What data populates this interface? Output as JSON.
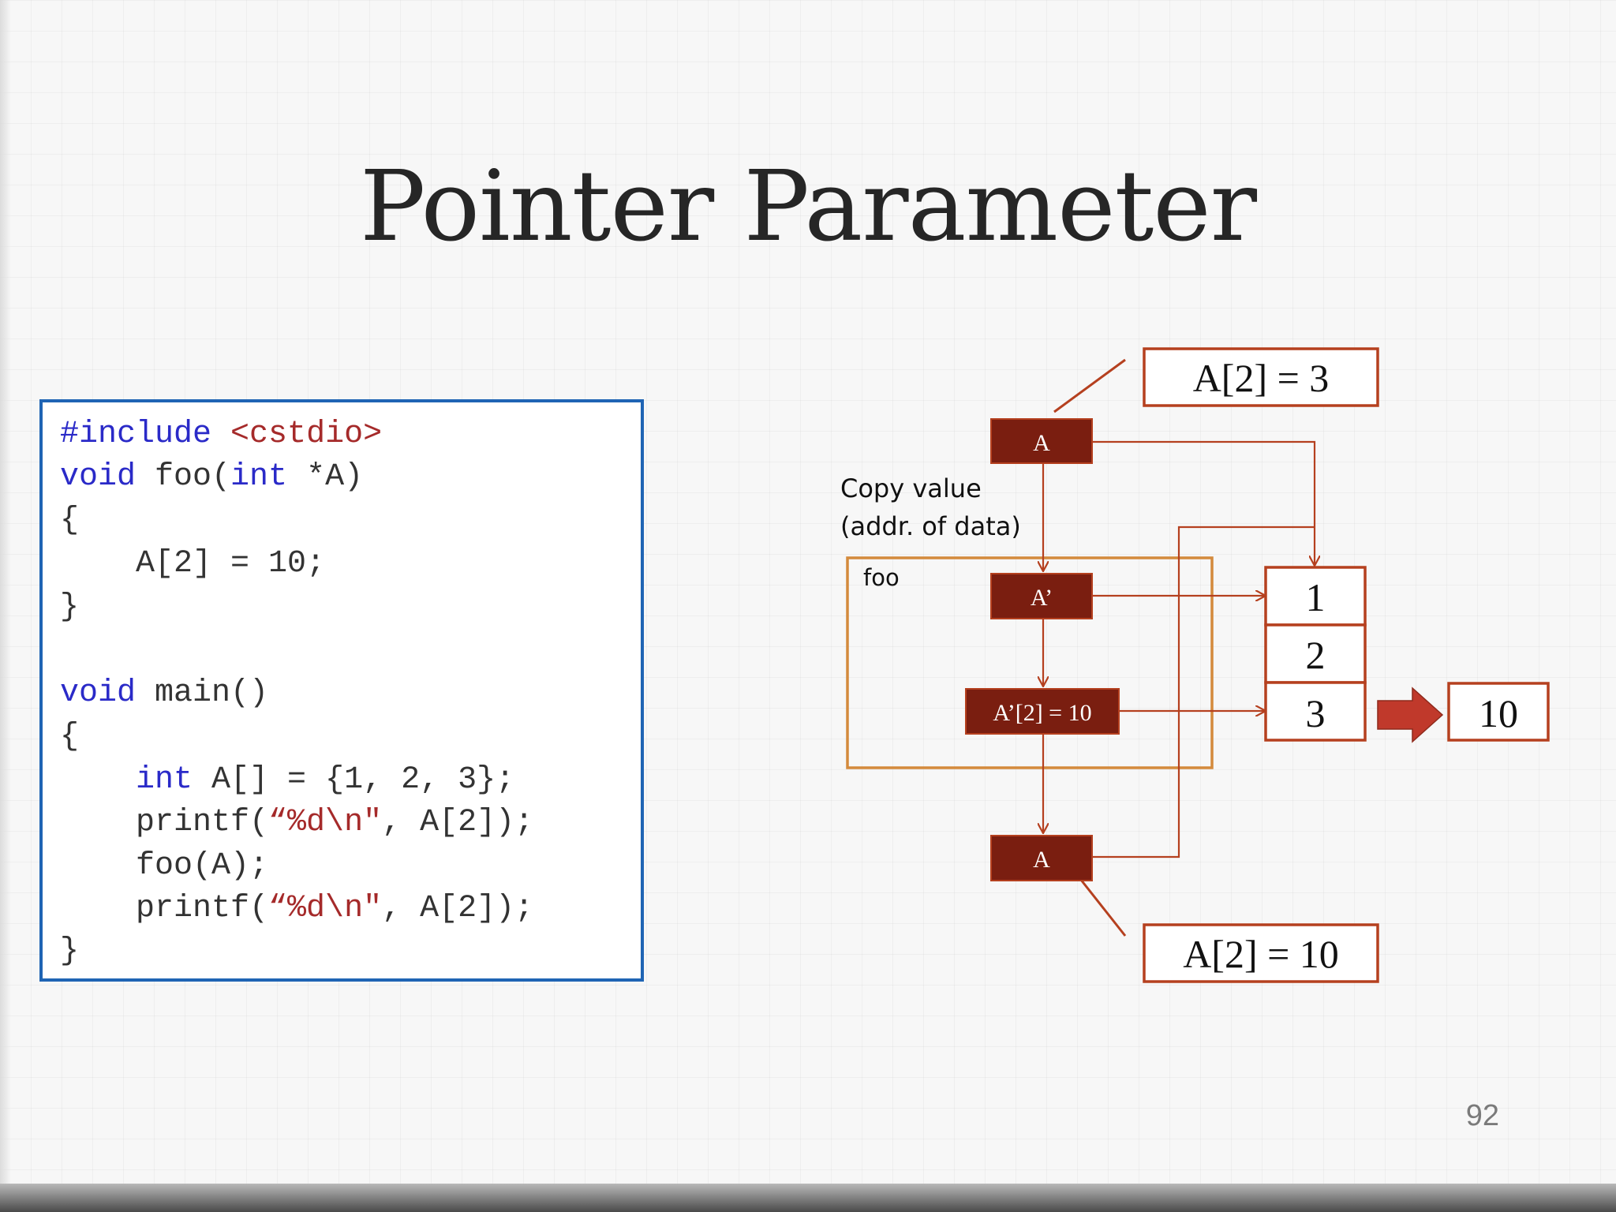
{
  "slide": {
    "title": "Pointer Parameter",
    "page_number": "92"
  },
  "code": {
    "lines": [
      [
        {
          "t": "#include ",
          "c": "kw"
        },
        {
          "t": "<cstdio>",
          "c": "str"
        }
      ],
      [
        {
          "t": "void",
          "c": "kw"
        },
        {
          "t": " foo(",
          "c": ""
        },
        {
          "t": "int",
          "c": "kw"
        },
        {
          "t": " *A)",
          "c": ""
        }
      ],
      [
        {
          "t": "{",
          "c": ""
        }
      ],
      [
        {
          "t": "    A[2] = 10;",
          "c": ""
        }
      ],
      [
        {
          "t": "}",
          "c": ""
        }
      ],
      [],
      [
        {
          "t": "void",
          "c": "kw"
        },
        {
          "t": " main()",
          "c": ""
        }
      ],
      [
        {
          "t": "{",
          "c": ""
        }
      ],
      [
        {
          "t": "    ",
          "c": ""
        },
        {
          "t": "int",
          "c": "kw"
        },
        {
          "t": " A[] = {1, 2, 3};",
          "c": ""
        }
      ],
      [
        {
          "t": "    printf(",
          "c": ""
        },
        {
          "t": "“%d\\n\"",
          "c": "str"
        },
        {
          "t": ", A[2]);",
          "c": ""
        }
      ],
      [
        {
          "t": "    foo(A);",
          "c": ""
        }
      ],
      [
        {
          "t": "    printf(",
          "c": ""
        },
        {
          "t": "“%d\\n\"",
          "c": "str"
        },
        {
          "t": ", A[2]);",
          "c": ""
        }
      ],
      [
        {
          "t": "}",
          "c": ""
        }
      ]
    ]
  },
  "diagram": {
    "callout_before": "A[2] = 3",
    "callout_after": "A[2] = 10",
    "box_main_A_top": "A",
    "box_main_A_bottom": "A",
    "box_foo_A": "A’",
    "box_foo_assign": "A’[2] = 10",
    "copy_label_line1": "Copy value",
    "copy_label_line2": "(addr. of data)",
    "scope_label": "foo",
    "array_cells": [
      "1",
      "2",
      "3"
    ],
    "result_value": "10",
    "colors": {
      "box_fill": "#7a1e10",
      "line": "#b5401f",
      "callout_border": "#b5401f",
      "scope_border": "#d48a3c",
      "result_arrow": "#c0392b"
    }
  }
}
